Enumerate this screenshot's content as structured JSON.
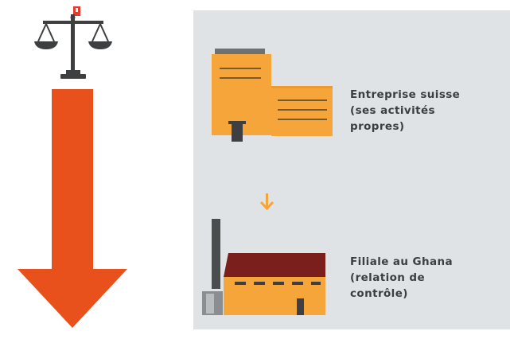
{
  "diagram": {
    "entities": [
      {
        "id": "swiss-company",
        "label": "Entreprise suisse\n(ses activités\npropres)",
        "icon": "office-building-icon"
      },
      {
        "id": "ghana-subsidiary",
        "label": "Filiale au Ghana\n(relation de\ncontrôle)",
        "icon": "factory-icon"
      }
    ],
    "connector": {
      "from": "swiss-company",
      "to": "ghana-subsidiary",
      "icon": "down-arrow-icon"
    },
    "left_graphic": {
      "icons": [
        "scales-of-justice-icon",
        "large-down-arrow-icon"
      ]
    }
  },
  "colors": {
    "panel_background": "#dfe3e5",
    "building_orange": "#f5a53a",
    "building_orange_dark": "#ef9a2e",
    "arrow_orange": "#e8511b",
    "roof_maroon": "#7a1f1c",
    "chimney_gray": "#4a4d4e",
    "scale_dark": "#3d3f40",
    "flag_red": "#e63a2e",
    "text": "#3b3f40"
  }
}
